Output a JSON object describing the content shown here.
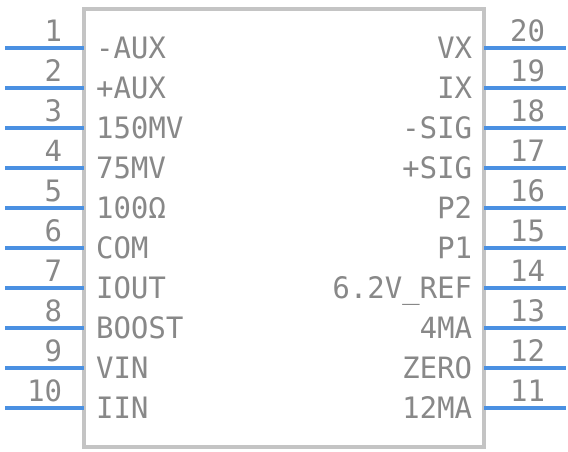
{
  "component": {
    "pins_left": [
      {
        "number": "1",
        "label": "-AUX"
      },
      {
        "number": "2",
        "label": "+AUX"
      },
      {
        "number": "3",
        "label": "150MV"
      },
      {
        "number": "4",
        "label": "75MV"
      },
      {
        "number": "5",
        "label": "100Ω"
      },
      {
        "number": "6",
        "label": "COM"
      },
      {
        "number": "7",
        "label": "IOUT"
      },
      {
        "number": "8",
        "label": "BOOST"
      },
      {
        "number": "9",
        "label": "VIN"
      },
      {
        "number": "10",
        "label": "IIN"
      }
    ],
    "pins_right": [
      {
        "number": "20",
        "label": "VX"
      },
      {
        "number": "19",
        "label": "IX"
      },
      {
        "number": "18",
        "label": "-SIG"
      },
      {
        "number": "17",
        "label": "+SIG"
      },
      {
        "number": "16",
        "label": "P2"
      },
      {
        "number": "15",
        "label": "P1"
      },
      {
        "number": "14",
        "label": "6.2V_REF"
      },
      {
        "number": "13",
        "label": "4MA"
      },
      {
        "number": "12",
        "label": "ZERO"
      },
      {
        "number": "11",
        "label": "12MA"
      }
    ],
    "colors": {
      "pin": "#4a90e2",
      "outline": "#c4c4c4",
      "text": "#888888"
    }
  }
}
